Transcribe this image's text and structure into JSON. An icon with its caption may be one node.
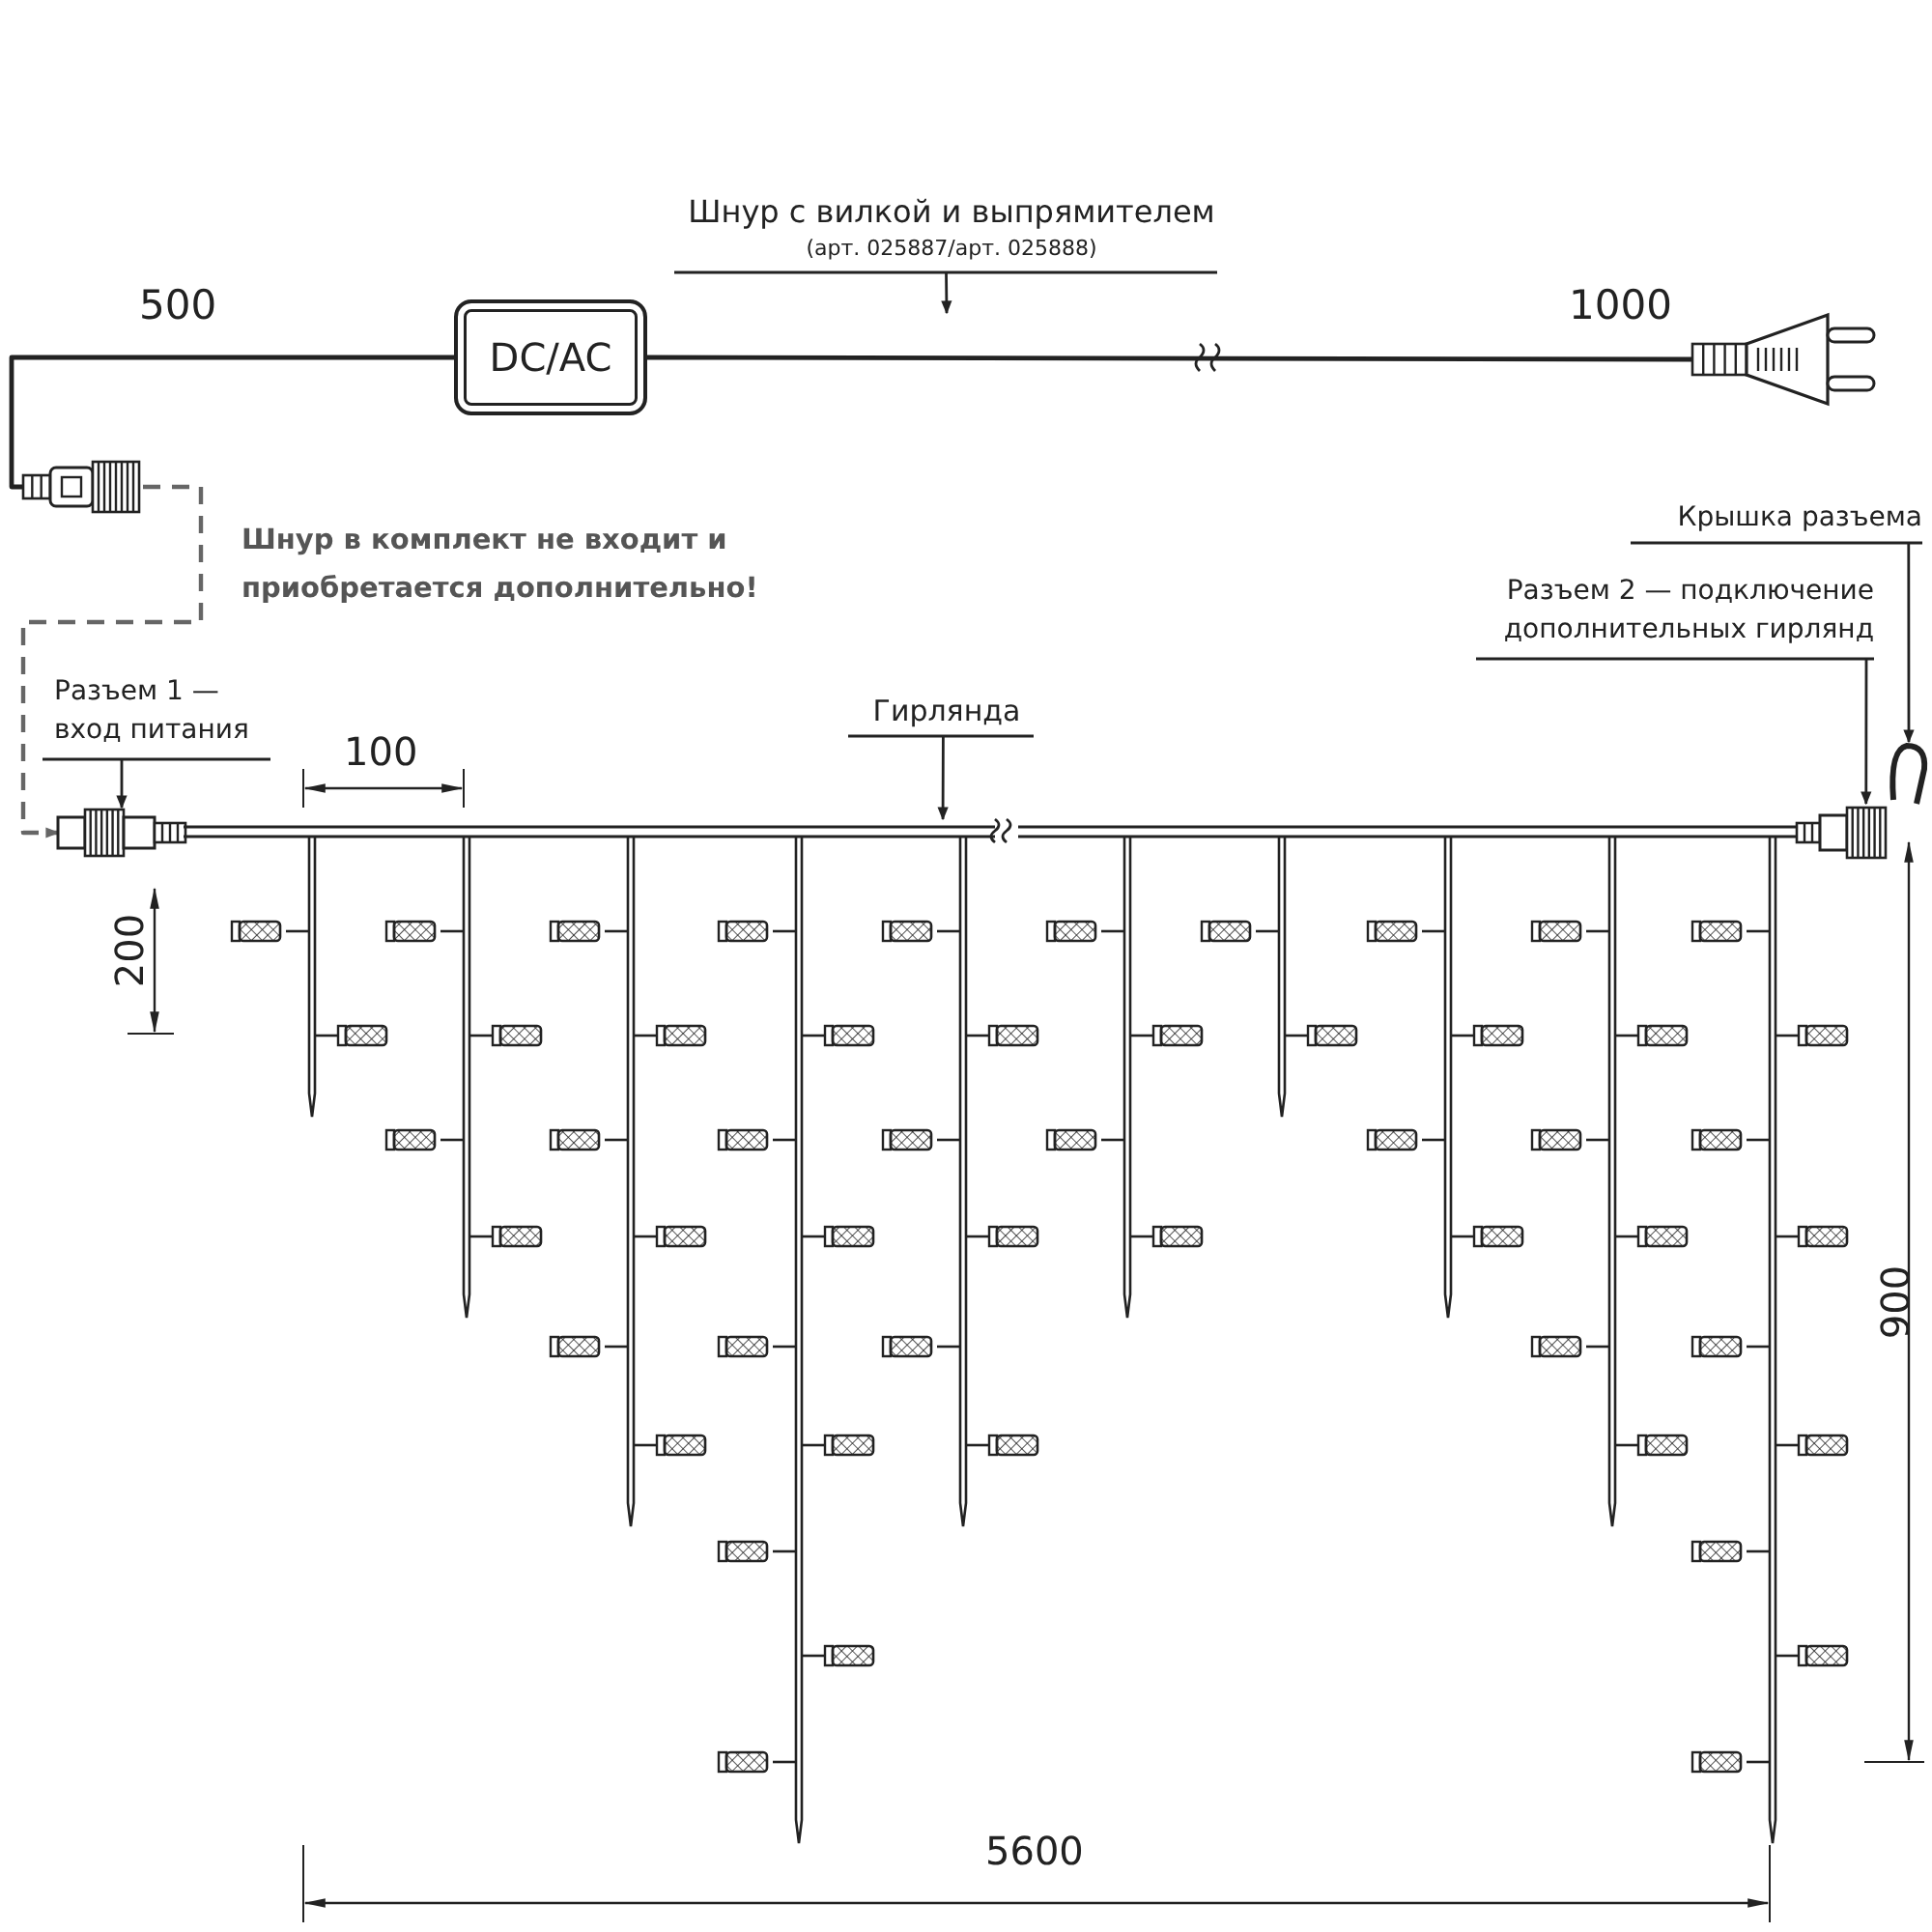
{
  "diagram": {
    "nodes": [
      {
        "text": [
          "Шнур с вилкой и выпрямителем",
          "(арт. 025887/арт. 025888)"
        ]
      },
      {
        "text": [],
        "shape": "picture"
      },
      {
        "text": [
          "DC/AC"
        ]
      },
      {
        "text": [],
        "shape": "picture"
      },
      {
        "text": [
          "Разъем 1 — вход питания"
        ]
      },
      {
        "text": [],
        "shape": "picture"
      },
      {
        "text": [
          "Гирлянда"
        ]
      },
      {
        "text": [],
        "shape": "picture"
      },
      {
        "text": [
          "Крышка разъема"
        ]
      },
      {
        "text": [
          "Разъем 2 — подключение дополнительных гирлянд"
        ]
      },
      {
        "text": [],
        "shape": "picture"
      },
      {
        "text": [],
        "shape": "picture"
      }
    ],
    "edges": [
      {
        "from": 1,
        "to": 2,
        "arrow": "none",
        "label": "500"
      },
      {
        "from": 2,
        "to": 3,
        "arrow": "none",
        "label": "1000"
      },
      {
        "from": 1,
        "to": 5,
        "arrow": "to",
        "style": "dashed",
        "color": "#666666"
      },
      {
        "from": 0,
        "to": null,
        "arrow": "to"
      },
      {
        "from": 4,
        "to": 5,
        "arrow": "to"
      },
      {
        "from": 6,
        "to": 7,
        "arrow": "to"
      },
      {
        "from": 8,
        "to": 10,
        "arrow": "to"
      },
      {
        "from": 9,
        "to": 11,
        "arrow": "to"
      }
    ],
    "labels": [
      "Шнур в комплект не входит и приобретается дополнительно!",
      "100",
      "200",
      "900",
      "5600"
    ]
  }
}
